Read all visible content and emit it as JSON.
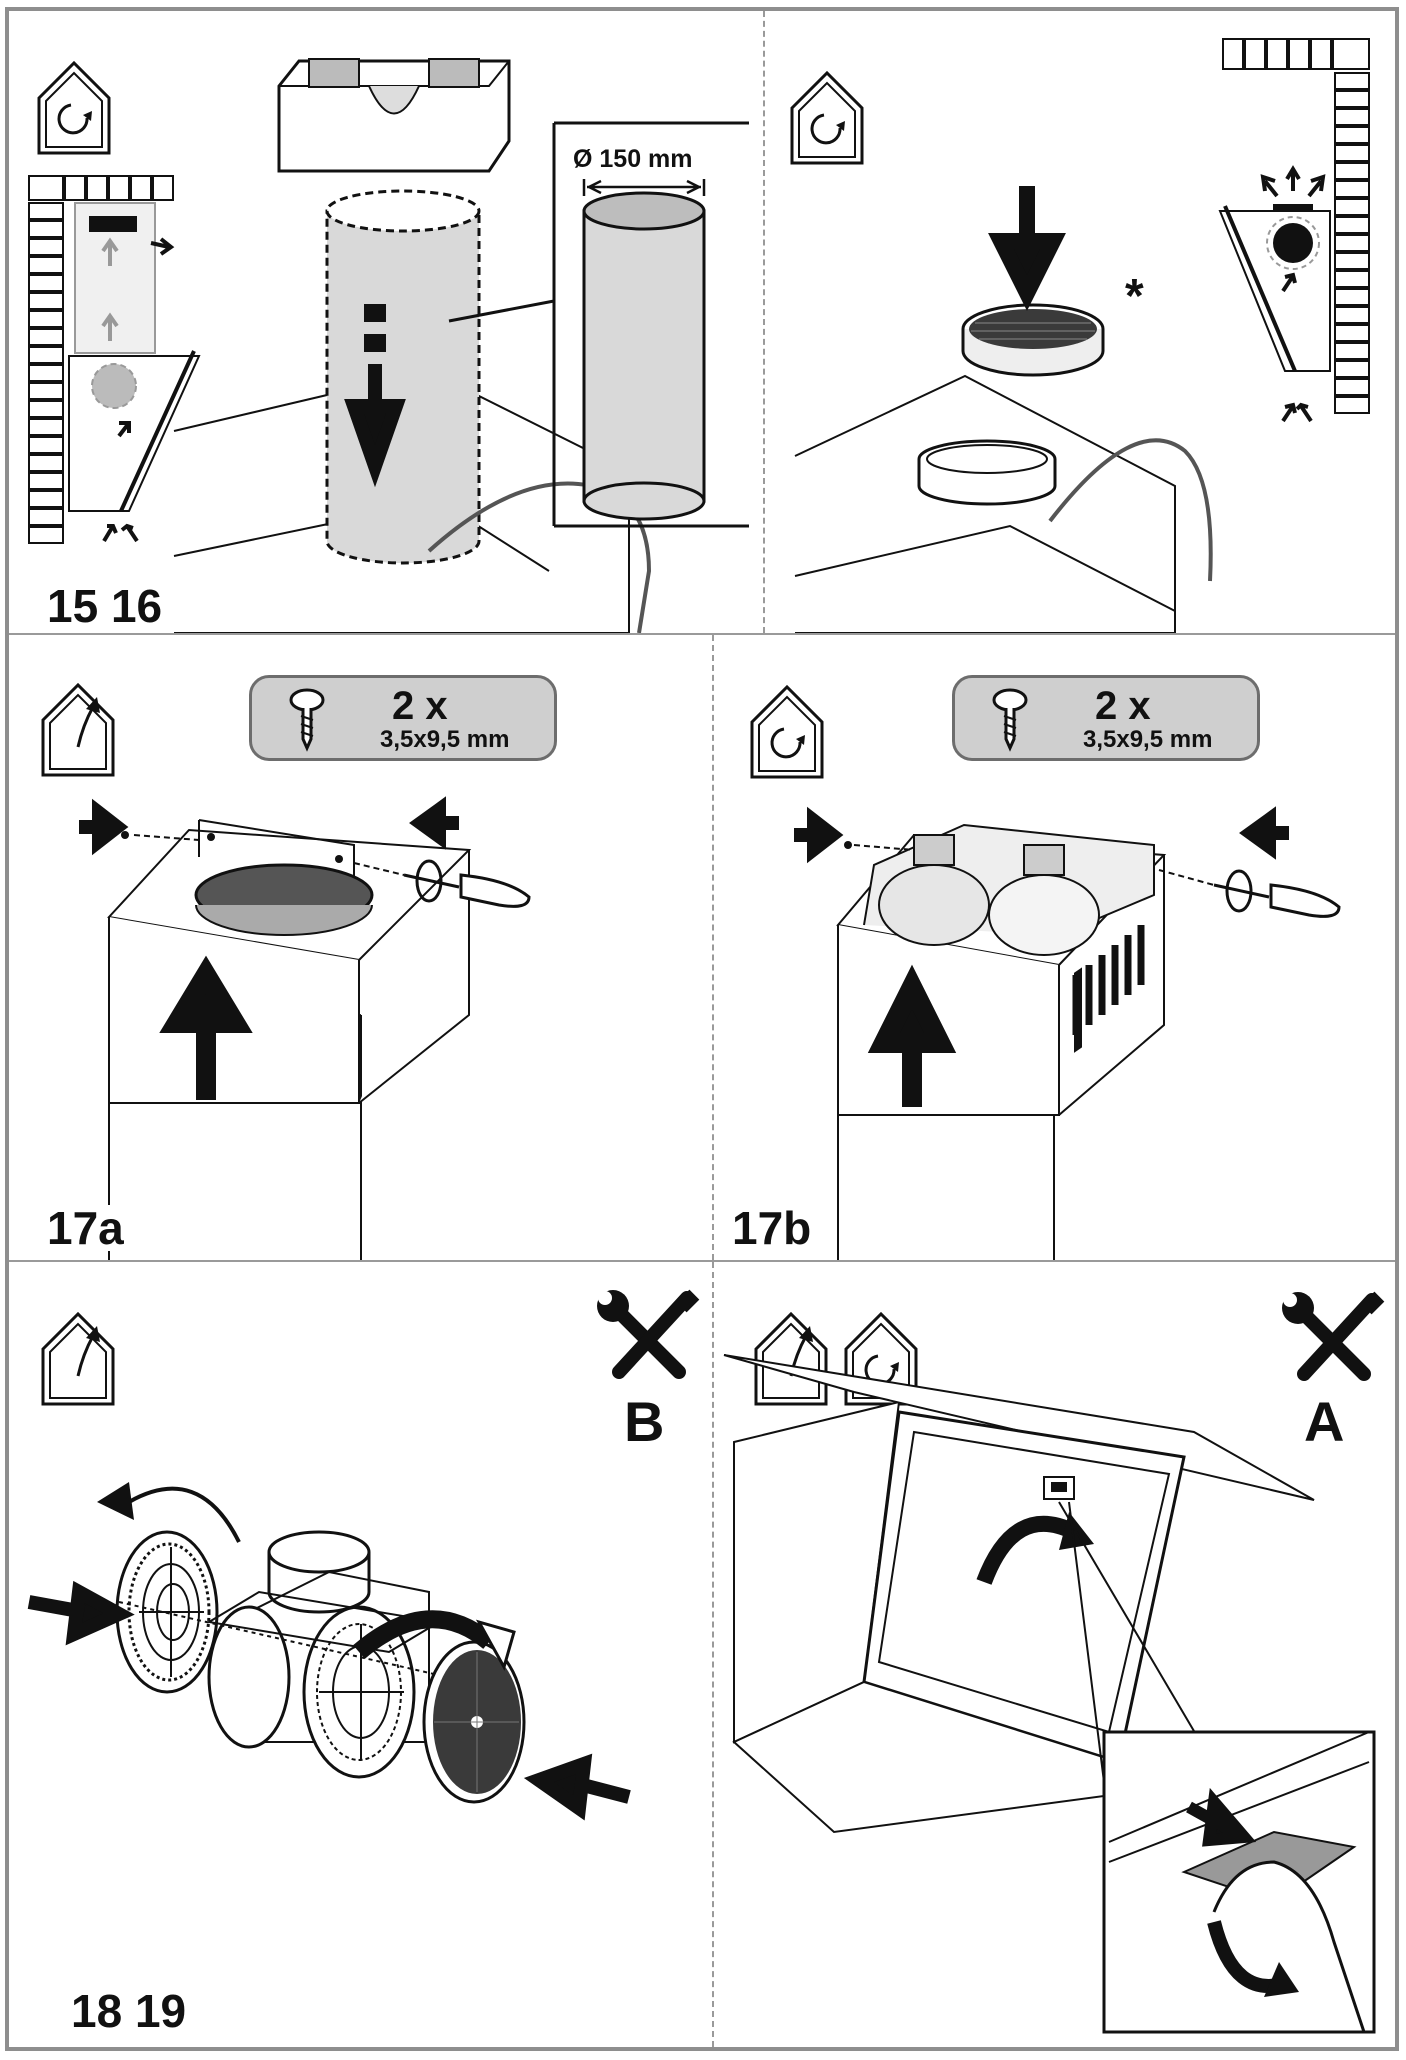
{
  "panels": {
    "p15": {
      "step": "15 16",
      "dimension": "Ø 150 mm",
      "icon": "recirculation-house-icon"
    },
    "p16": {
      "mark": "*",
      "icon": "recirculation-house-icon"
    },
    "p17a": {
      "step": "17a",
      "screw_qty": "2 x",
      "screw_size": "3,5x9,5 mm",
      "icon": "extraction-house-icon"
    },
    "p17b": {
      "step": "17b",
      "screw_qty": "2 x",
      "screw_size": "3,5x9,5 mm",
      "icon": "recirculation-house-icon"
    },
    "p18": {
      "step": "18 19",
      "letter": "B",
      "icon": "extraction-house-icon",
      "tool_icon": "tools-icon"
    },
    "p19": {
      "letter": "A",
      "icons": [
        "extraction-house-icon",
        "recirculation-house-icon"
      ],
      "tool_icon": "tools-icon"
    }
  },
  "colors": {
    "frame": "#8e8e8e",
    "badge": "#cfcfcf",
    "ink": "#111111",
    "filter": "#3a3a3a",
    "duct": "#d9d9d9"
  }
}
